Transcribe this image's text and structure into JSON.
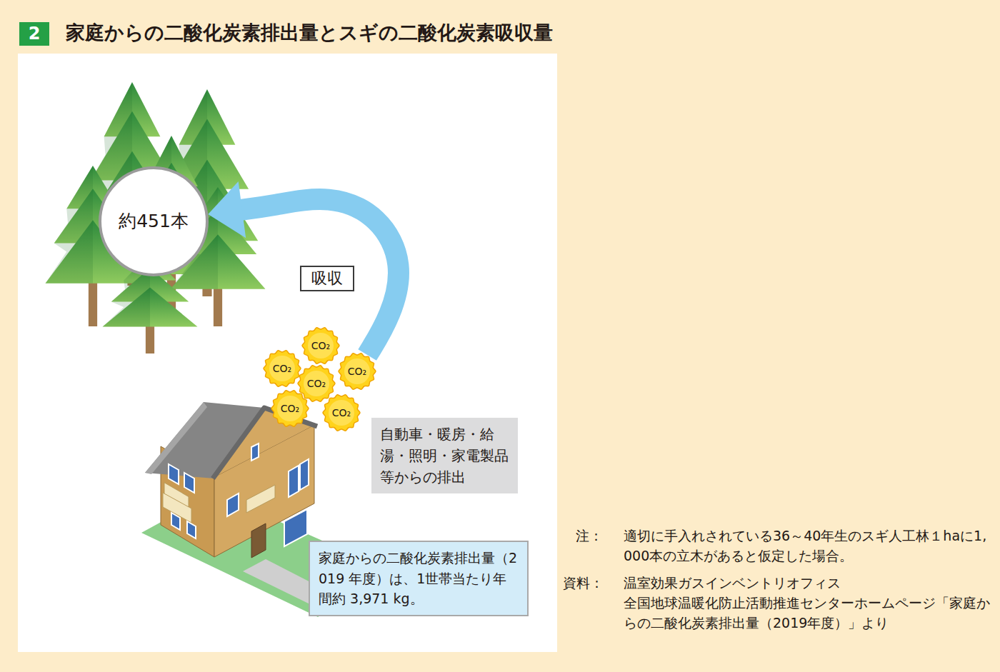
{
  "diagram": {
    "title": "家庭からの二酸化炭素排出量とスギの二酸化炭素吸収量",
    "nodes": [
      {
        "text": [
          "2"
        ]
      },
      {
        "text": [
          "約451本"
        ]
      },
      {
        "text": [
          "吸収"
        ]
      },
      {
        "text": [
          "自動車・暖房・給湯・照明・家電製品等からの排出"
        ]
      },
      {
        "text": [
          "家庭からの二酸化炭素排出量（2019 年度）は、1世帯当たり年間約 3,971 kg。"
        ]
      },
      {
        "text": [
          "CO₂"
        ]
      },
      {
        "text": [
          "CO₂"
        ]
      },
      {
        "text": [
          "CO₂"
        ]
      },
      {
        "text": [
          "CO₂"
        ]
      },
      {
        "text": [
          "CO₂"
        ]
      },
      {
        "text": [
          "CO₂"
        ]
      }
    ],
    "edges": [
      {
        "from": 7,
        "to": 1,
        "arrow": "to"
      }
    ],
    "labels": [
      "注：",
      "適切に手入れされている36～40年生のスギ人工林１haに1,000本の立木があると仮定した場合。",
      "資料：",
      "温室効果ガスインベントリオフィス",
      "全国地球温暖化防止活動推進センターホームページ「家庭からの二酸化炭素排出量（2019年度）」より"
    ]
  }
}
